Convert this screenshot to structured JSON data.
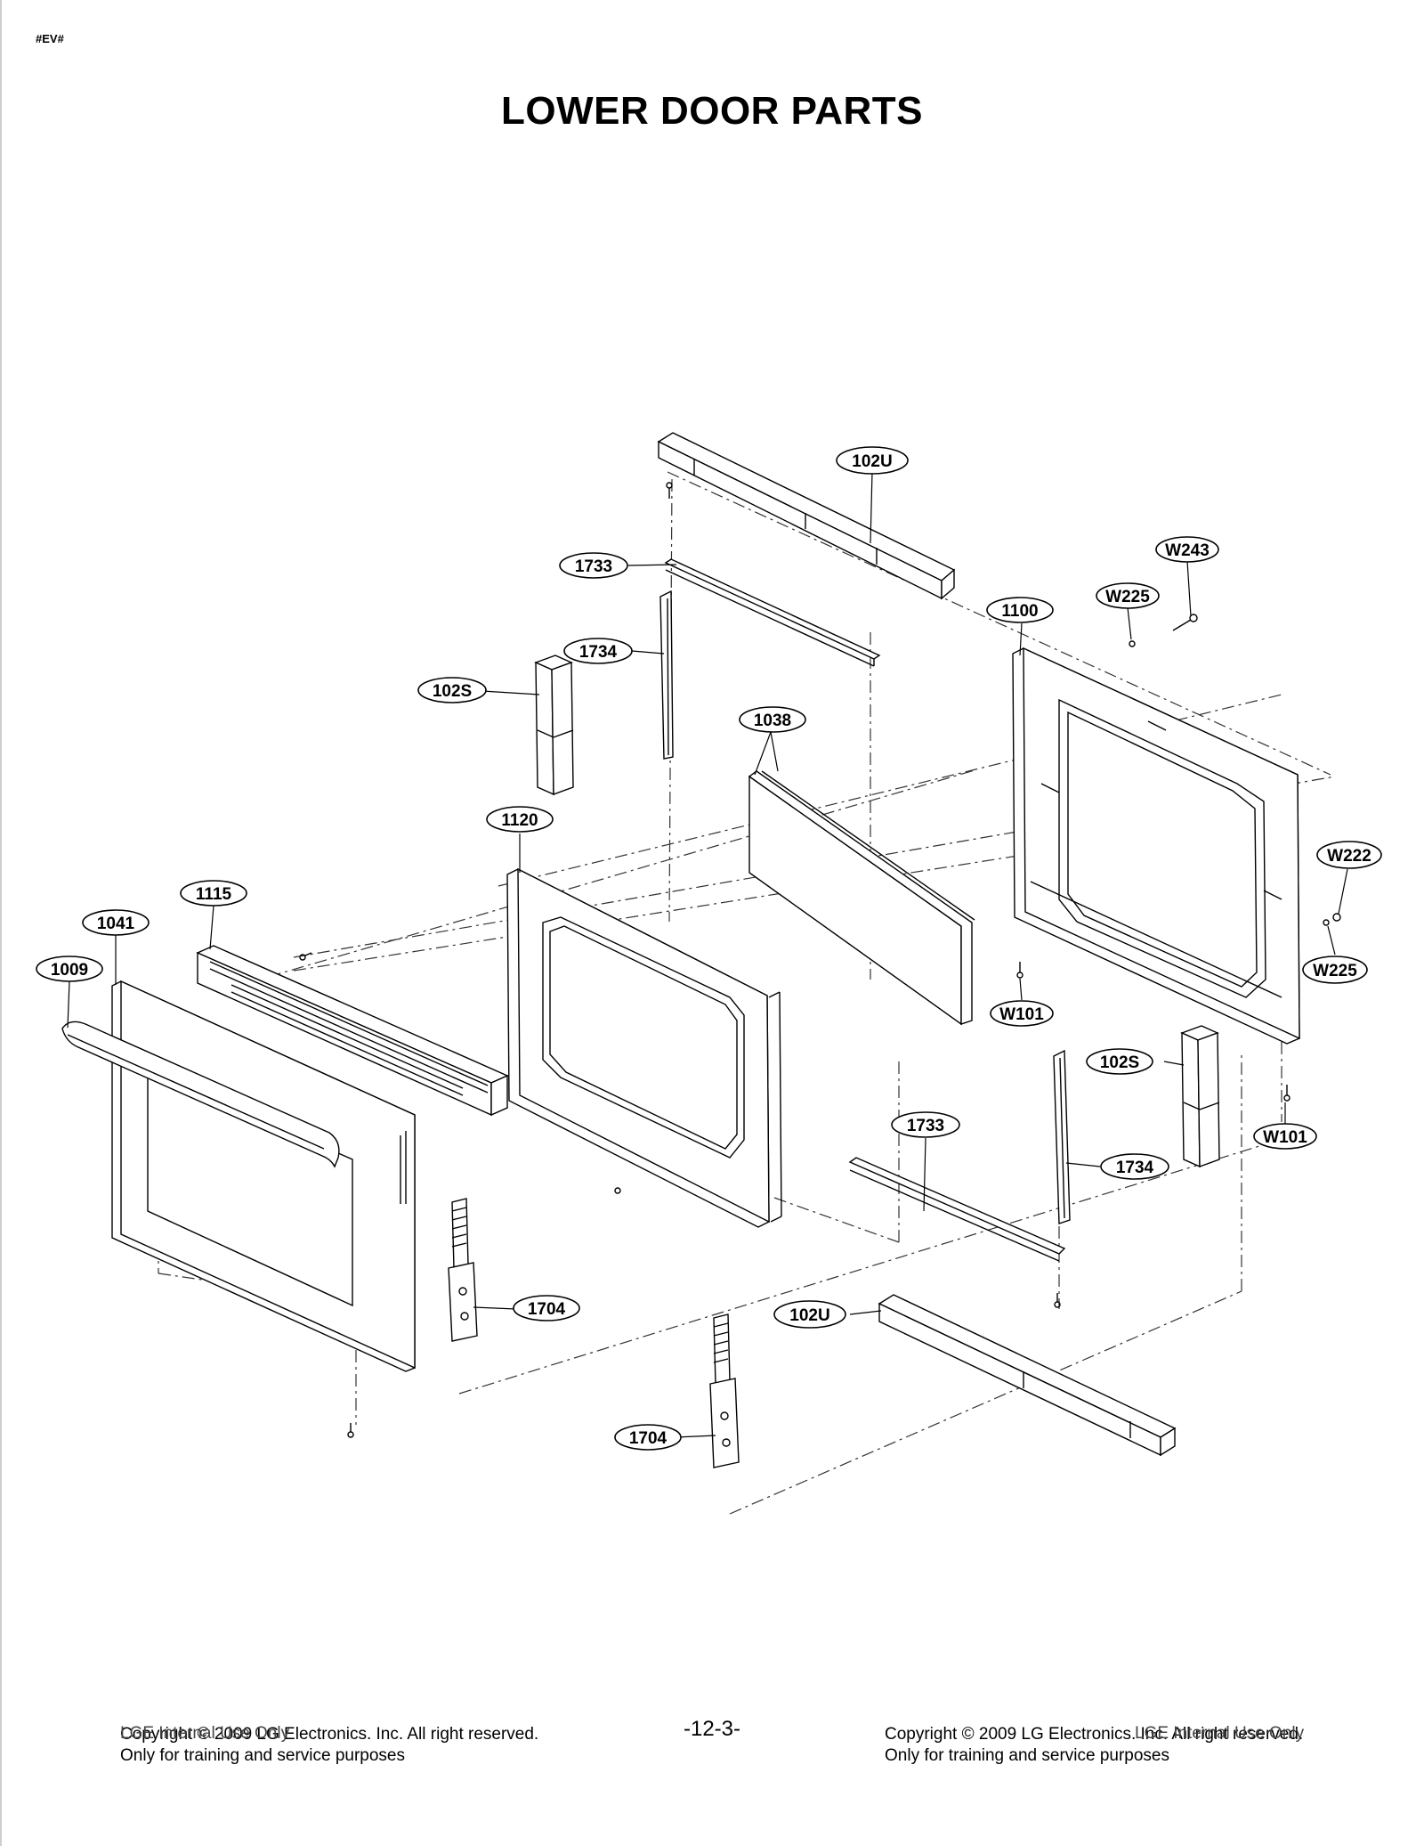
{
  "header": {
    "code": "#EV#",
    "title": "LOWER DOOR PARTS"
  },
  "callouts": [
    {
      "id": "c-102u-top",
      "label": "102U"
    },
    {
      "id": "c-w243",
      "label": "W243"
    },
    {
      "id": "c-1733-top",
      "label": "1733"
    },
    {
      "id": "c-w225-top",
      "label": "W225"
    },
    {
      "id": "c-1100",
      "label": "1100"
    },
    {
      "id": "c-1734-top",
      "label": "1734"
    },
    {
      "id": "c-102s-left",
      "label": "102S"
    },
    {
      "id": "c-1038",
      "label": "1038"
    },
    {
      "id": "c-1120",
      "label": "1120"
    },
    {
      "id": "c-w222",
      "label": "W222"
    },
    {
      "id": "c-1115",
      "label": "1115"
    },
    {
      "id": "c-1041",
      "label": "1041"
    },
    {
      "id": "c-1009",
      "label": "1009"
    },
    {
      "id": "c-w225-right",
      "label": "W225"
    },
    {
      "id": "c-w101-mid",
      "label": "W101"
    },
    {
      "id": "c-102s-right",
      "label": "102S"
    },
    {
      "id": "c-1733-bot",
      "label": "1733"
    },
    {
      "id": "c-w101-right",
      "label": "W101"
    },
    {
      "id": "c-1734-bot",
      "label": "1734"
    },
    {
      "id": "c-1704-top",
      "label": "1704"
    },
    {
      "id": "c-102u-bot",
      "label": "102U"
    },
    {
      "id": "c-1704-bot",
      "label": "1704"
    }
  ],
  "footer": {
    "left_line1": "Copyright © 2009 LG Electronics. Inc. All right reserved.",
    "left_line2": "Only for training and service purposes",
    "left_overlay": "LGE Internal Use Only",
    "page": "-12-3-",
    "right_line1": "Copyright © 2009 LG Electronics. Inc. All right reserved.",
    "right_line2": "Only for training and service purposes",
    "right_overlay": "LGE Internal Use Only"
  }
}
